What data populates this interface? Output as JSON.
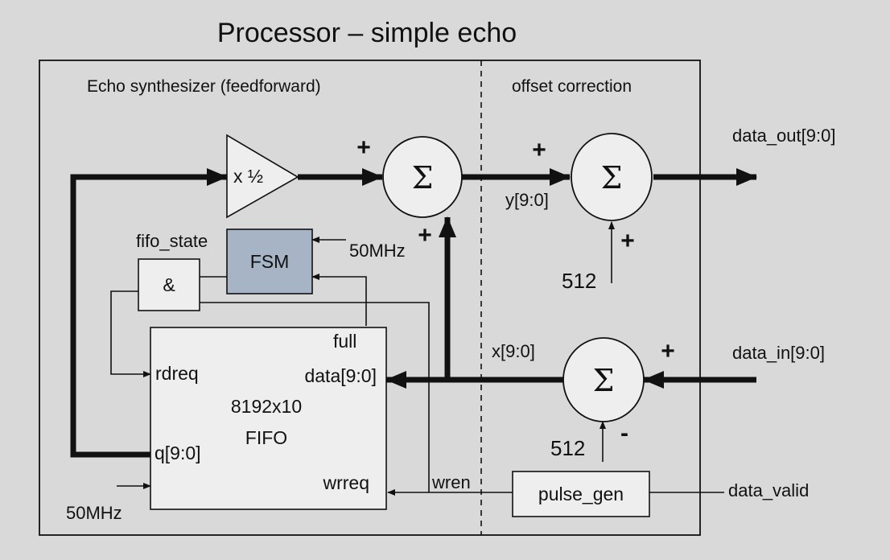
{
  "title": "Processor – simple echo",
  "sections": {
    "left": "Echo synthesizer (feedforward)",
    "right": "offset correction"
  },
  "blocks": {
    "gain": "x ½",
    "fsm": "FSM",
    "and_gate": "&",
    "fifo_size": "8192x10",
    "fifo_name": "FIFO",
    "pulse_gen": "pulse_gen",
    "sum_symbol": "Σ"
  },
  "fifo_ports": {
    "full": "full",
    "rdreq": "rdreq",
    "data": "data[9:0]",
    "q": "q[9:0]",
    "wrreq": "wrreq"
  },
  "signals": {
    "fifo_state": "fifo_state",
    "clk_fsm": "50MHz",
    "clk_fifo": "50MHz",
    "y": "y[9:0]",
    "x": "x[9:0]",
    "data_out": "data_out[9:0]",
    "data_in": "data_in[9:0]",
    "data_valid": "data_valid",
    "wren": "wren",
    "offset_out": "512",
    "offset_in": "512"
  },
  "signs": {
    "sum1_left": "+",
    "sum1_bottom": "+",
    "sum2_left": "+",
    "sum2_bottom": "+",
    "sum3_right": "+",
    "sum3_bottom": "-"
  },
  "colors": {
    "background": "#d9d9d9",
    "block_fill": "#eeeeee",
    "fsm_fill": "#a6b4c6"
  }
}
